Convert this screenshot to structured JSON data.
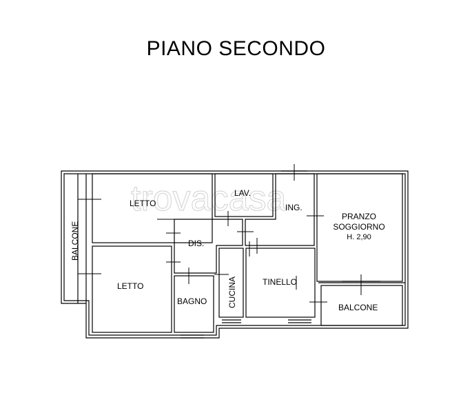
{
  "title": "PIANO SECONDO",
  "watermark": "trovacasa",
  "rooms": {
    "letto_top": "LETTO",
    "letto_bottom": "LETTO",
    "lav": "LAV.",
    "ing": "ING.",
    "pranzo_line1": "PRANZO",
    "pranzo_line2": "SOGGIORNO",
    "pranzo_line3": "H. 2,90",
    "dis": "DIS.",
    "bagno": "BAGNO",
    "cucina": "CUCINA",
    "tinello": "TINELLO",
    "balcone_left": "BALCONE",
    "balcone_right": "BALCONE"
  },
  "colors": {
    "line": "#000000",
    "watermark": "#d8d8d8"
  }
}
